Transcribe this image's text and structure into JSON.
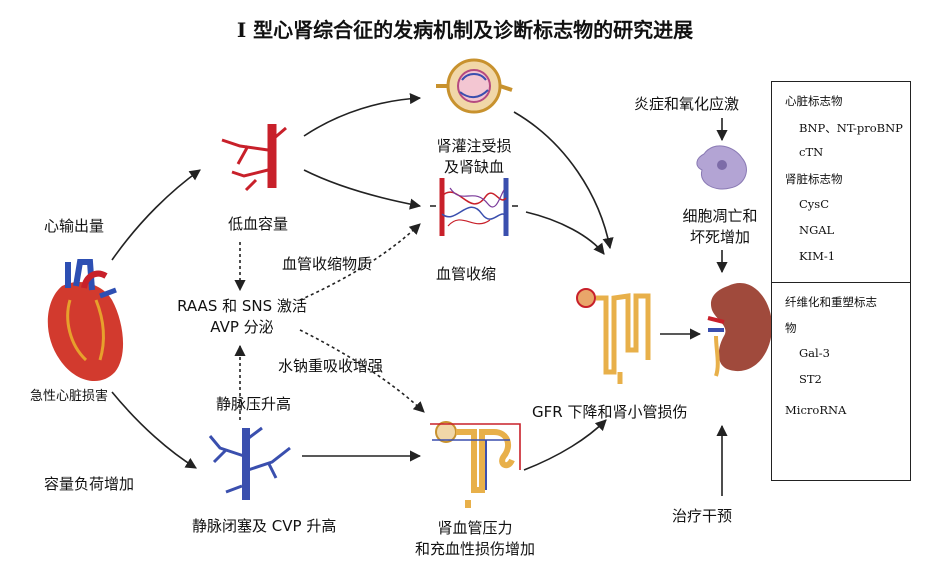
{
  "title": "I 型心肾综合征的发病机制及诊断标志物的研究进展",
  "labels": {
    "cardiac_output": "心输出量",
    "volume_load": "容量负荷增加",
    "acute_heart_injury": "急性心脏损害",
    "hypovolemia": "低血容量",
    "raas_line1": "RAAS 和 SNS 激活",
    "raas_line2": "AVP 分泌",
    "vasoconstrictor": "血管收缩物质",
    "water_sodium": "水钠重吸收增强",
    "venous_pressure": "静脉压升高",
    "venous_occlusion": "静脉闭塞及 CVP 升高",
    "renal_perfusion_line1": "肾灌注受损",
    "renal_perfusion_line2": "及肾缺血",
    "vasoconstriction": "血管收缩",
    "renal_pressure_line1": "肾血管压力",
    "renal_pressure_line2": "和充血性损伤增加",
    "inflammation": "炎症和氧化应激",
    "apoptosis_line1": "细胞凋亡和",
    "apoptosis_line2": "坏死增加",
    "gfr": "GFR 下降和肾小管损伤",
    "therapy": "治疗干预"
  },
  "markers": {
    "cardiac_title": "心脏标志物",
    "cardiac_items": [
      "BNP、NT-proBNP",
      "cTN"
    ],
    "renal_title": "肾脏标志物",
    "renal_items": [
      "CysC",
      "NGAL",
      "KIM-1"
    ],
    "fibrosis_title_line1": "纤维化和重塑标志",
    "fibrosis_title_line2": "物",
    "fibrosis_items": [
      "Gal-3",
      "ST2"
    ],
    "micro": "MicroRNA"
  },
  "colors": {
    "artery": "#c8202a",
    "vein": "#3a4fae",
    "tubule": "#e8b04a",
    "cell": "#9b8ec2",
    "kidney": "#a04a3c"
  }
}
